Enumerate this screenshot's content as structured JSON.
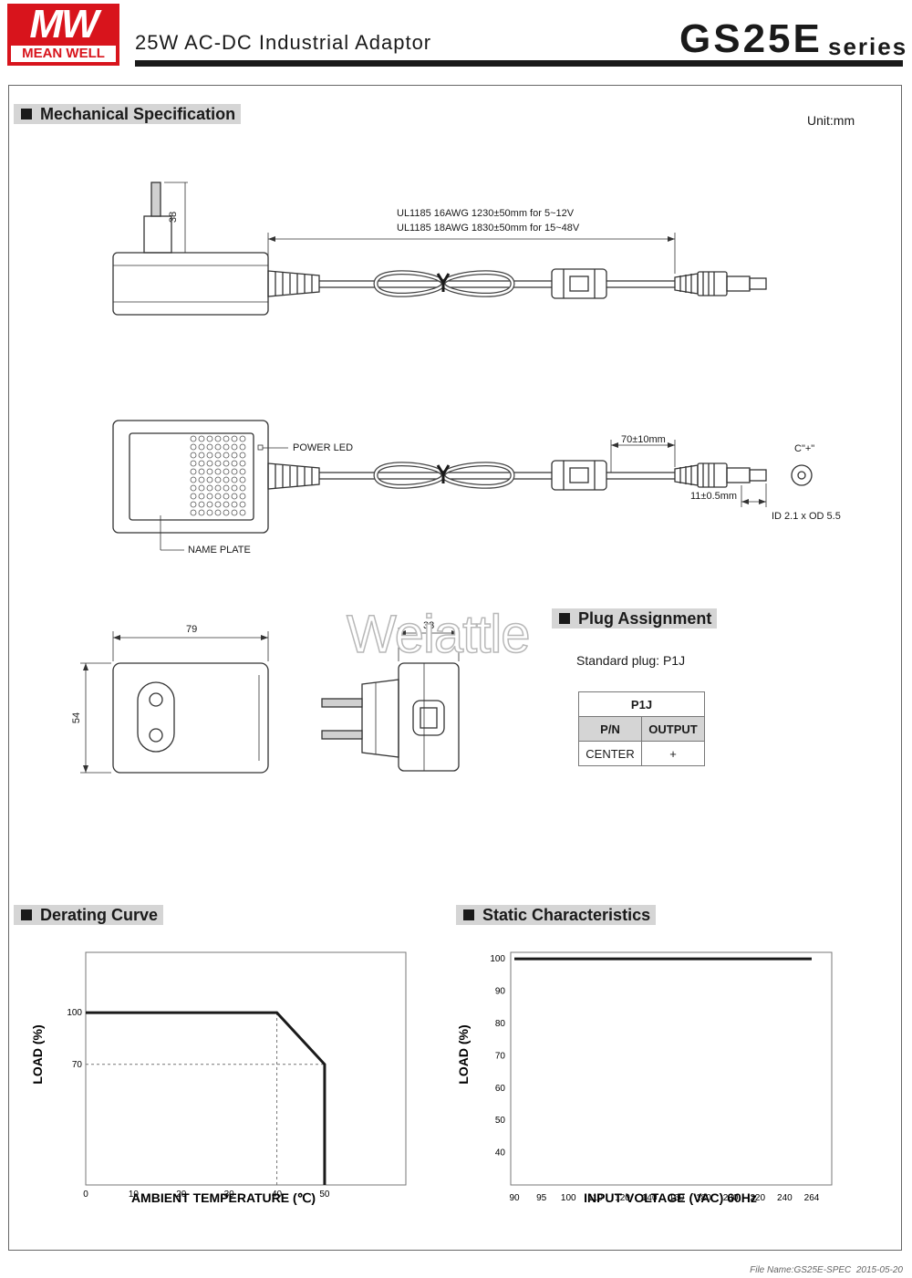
{
  "header": {
    "logo_mark": "MW",
    "logo_name": "MEAN WELL",
    "title": "25W AC-DC Industrial Adaptor",
    "model": "GS25E",
    "series": "series"
  },
  "mechanical": {
    "title": "Mechanical Specification",
    "unit": "Unit:mm",
    "cable_spec_1": "UL1185 16AWG 1230±50mm for 5~12V",
    "cable_spec_2": "UL1185 18AWG 1830±50mm for 15~48V",
    "dim_pin_length": "38",
    "label_power_led": "POWER LED",
    "label_name_plate": "NAME PLATE",
    "dim_core": "70±10mm",
    "dim_tip": "11±0.5mm",
    "plug_polarity": "C\"+\"",
    "plug_size": "ID 2.1 x OD 5.5",
    "dim_width": "79",
    "dim_height": "54",
    "dim_depth": "33"
  },
  "watermark": "Weiattle",
  "plug_assignment": {
    "title": "Plug Assignment",
    "standard": "Standard plug: P1J",
    "table_title": "P1J",
    "col_pn": "P/N",
    "col_output": "OUTPUT",
    "row_pn": "CENTER",
    "row_output": "+"
  },
  "derating": {
    "title": "Derating Curve",
    "chart_data": {
      "type": "line",
      "x": [
        0,
        40,
        50,
        50
      ],
      "y": [
        100,
        100,
        70,
        0
      ],
      "xlabel": "AMBIENT TEMPERATURE (℃)",
      "ylabel": "LOAD (%)",
      "x_ticks": [
        0,
        10,
        20,
        30,
        40,
        50
      ],
      "y_ticks": [
        70,
        100
      ],
      "xlim": [
        0,
        67
      ],
      "ylim": [
        0,
        135
      ],
      "reference_lines": [
        {
          "axis": "x",
          "value": 40,
          "from": 0,
          "to": 100,
          "style": "dashed"
        },
        {
          "axis": "y",
          "value": 70,
          "from": 0,
          "to": 50,
          "style": "dashed"
        }
      ]
    }
  },
  "static": {
    "title": "Static Characteristics",
    "chart_data": {
      "type": "line",
      "categories": [
        "90",
        "95",
        "100",
        "110",
        "120",
        "140",
        "160",
        "180",
        "200",
        "220",
        "240",
        "264"
      ],
      "values": [
        100,
        100,
        100,
        100,
        100,
        100,
        100,
        100,
        100,
        100,
        100,
        100
      ],
      "xlabel": "INPUT VOLTAGE (VAC) 60Hz",
      "ylabel": "LOAD (%)",
      "y_ticks": [
        40,
        50,
        60,
        70,
        80,
        90,
        100
      ],
      "ylim": [
        30,
        102
      ]
    }
  },
  "footer": {
    "file_name": "File Name:GS25E-SPEC",
    "date": "2015-05-20"
  }
}
